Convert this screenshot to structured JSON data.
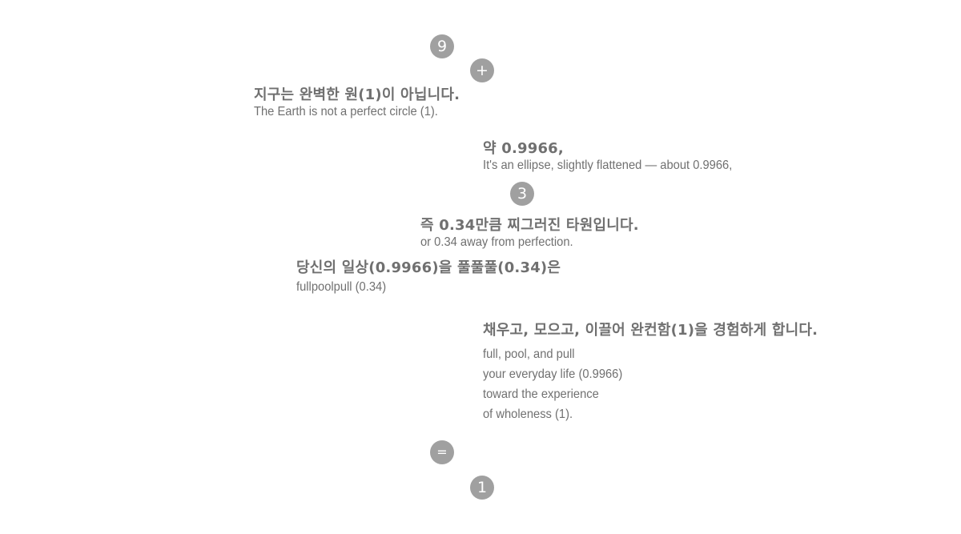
{
  "badges": {
    "nine": "9",
    "plus": "+",
    "three": "3",
    "equals": "=",
    "one": "1"
  },
  "blocks": [
    {
      "korean": "지구는 완벽한 원(1)이 아닙니다.",
      "english": "The Earth is not a perfect circle (1)."
    },
    {
      "korean": "약 0.9966,",
      "english": "It's an ellipse, slightly flattened — about 0.9966,"
    },
    {
      "korean": "즉 0.34만큼 찌그러진 타원입니다.",
      "english": "or 0.34 away from perfection."
    },
    {
      "korean": "당신의 일상(0.9966)을 풀풀풀(0.34)은",
      "english": "fullpoolpull (0.34)"
    },
    {
      "korean": "채우고, 모으고, 이끌어 완컨함(1)을 경험하게 합니다.",
      "english_lines": [
        "full, pool, and pull",
        "your everyday life (0.9966)",
        "toward the experience",
        "of wholeness (1)."
      ]
    }
  ]
}
